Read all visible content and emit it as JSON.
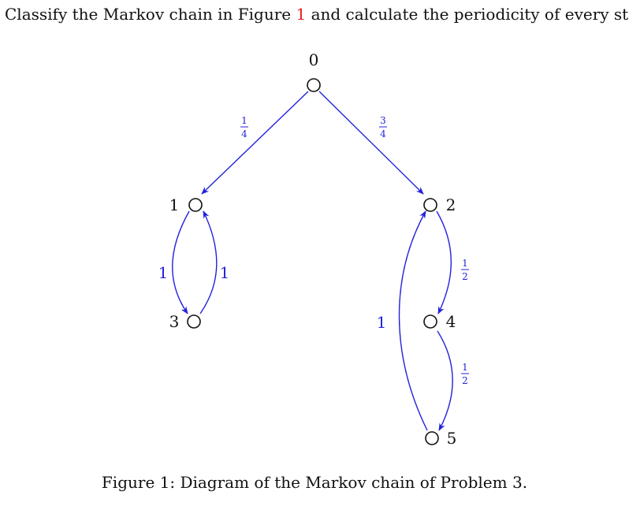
{
  "question": {
    "before": "Classify the Markov chain in Figure ",
    "ref": "1",
    "after": " and calculate the periodicity of every state."
  },
  "colors": {
    "edge": "#2222dd",
    "node_stroke": "#111111",
    "reference": "#e02020"
  },
  "nodes": [
    {
      "id": "0",
      "label": "0"
    },
    {
      "id": "1",
      "label": "1"
    },
    {
      "id": "2",
      "label": "2"
    },
    {
      "id": "3",
      "label": "3"
    },
    {
      "id": "4",
      "label": "4"
    },
    {
      "id": "5",
      "label": "5"
    }
  ],
  "edges": [
    {
      "from": "0",
      "to": "1",
      "label": {
        "num": "1",
        "den": "4"
      }
    },
    {
      "from": "0",
      "to": "2",
      "label": {
        "num": "3",
        "den": "4"
      }
    },
    {
      "from": "1",
      "to": "3",
      "label": "1"
    },
    {
      "from": "3",
      "to": "1",
      "label": "1"
    },
    {
      "from": "2",
      "to": "4",
      "label": {
        "num": "1",
        "den": "2"
      }
    },
    {
      "from": "4",
      "to": "5",
      "label": {
        "num": "1",
        "den": "2"
      }
    },
    {
      "from": "5",
      "to": "2",
      "label": "1"
    }
  ],
  "caption": "Figure 1: Diagram of the Markov chain of Problem 3."
}
